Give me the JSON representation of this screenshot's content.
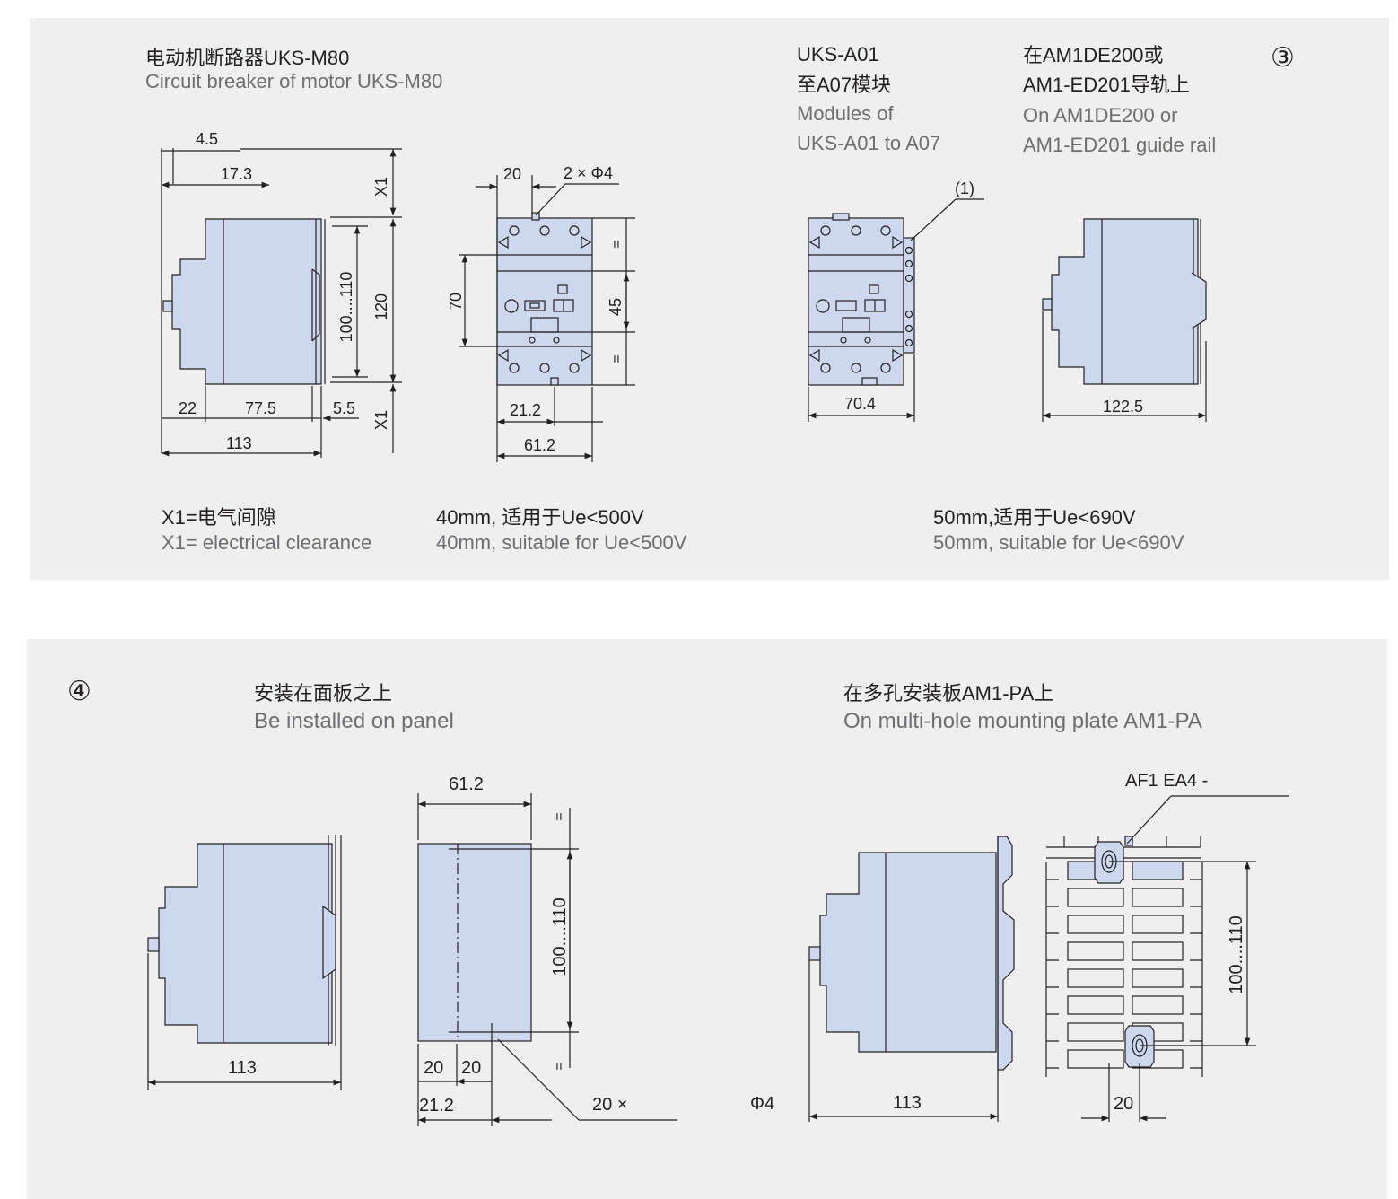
{
  "section3": {
    "badge": "③",
    "motor_breaker": {
      "title_cn": "电动机断路器UKS-M80",
      "title_en": "Circuit breaker of motor UKS-M80"
    },
    "modules": {
      "title_cn_1": "UKS-A01",
      "title_cn_2": "至A07模块",
      "title_en_1": " Modules of",
      "title_en_2": "UKS-A01 to A07"
    },
    "rail": {
      "title_cn_1": "在AM1DE200或",
      "title_cn_2": "AM1-ED201导轨上",
      "title_en_1": "On AM1DE200 or",
      "title_en_2": "AM1-ED201 guide rail"
    },
    "notes": {
      "x1_cn": "X1=电气间隙",
      "x1_en": "X1= electrical clearance",
      "n40_cn": "40mm, 适用于Ue<500V",
      "n40_en": "40mm, suitable for Ue<500V",
      "n50_cn": "50mm,适用于Ue<690V",
      "n50_en": "50mm, suitable for Ue<690V"
    },
    "dims": {
      "d4_5": "4.5",
      "d17_3": "17.3",
      "x1_top": "X1",
      "x1_bottom": "X1",
      "d100_110": "100....110",
      "d120": "120",
      "d22": "22",
      "d77_5": "77.5",
      "d5_5": "5.5",
      "d113": "113",
      "d20": "20",
      "d2phi4": "2 × Φ4",
      "d70": "70",
      "d45": "45",
      "d21_2": "21.2",
      "d61_2": "61.2",
      "eq": "=",
      "callout1": "(1)",
      "d70_4": "70.4",
      "d122_5": "122.5"
    }
  },
  "section4": {
    "badge": "④",
    "panel": {
      "title_cn": "安装在面板之上",
      "title_en": "Be installed on panel"
    },
    "plate": {
      "title_cn": "在多孔安装板AM1-PA上",
      "title_en": "On multi-hole mounting plate AM1-PA"
    },
    "dims": {
      "d61_2": "61.2",
      "d100_110": "100....110",
      "d113": "113",
      "d20a": "20",
      "d20b": "20",
      "d21_2": "21.2",
      "d20x": "20 ×",
      "phi4": "Φ4",
      "d113b": "113",
      "af1": "AF1 EA4  -",
      "d100_110b": "100....110",
      "d20c": "20",
      "eq": "="
    }
  },
  "colors": {
    "body_fill": "#cdd8ee",
    "panel_bg": "#efefef",
    "ink": "#231f20",
    "grey_text": "#6d6e71"
  }
}
